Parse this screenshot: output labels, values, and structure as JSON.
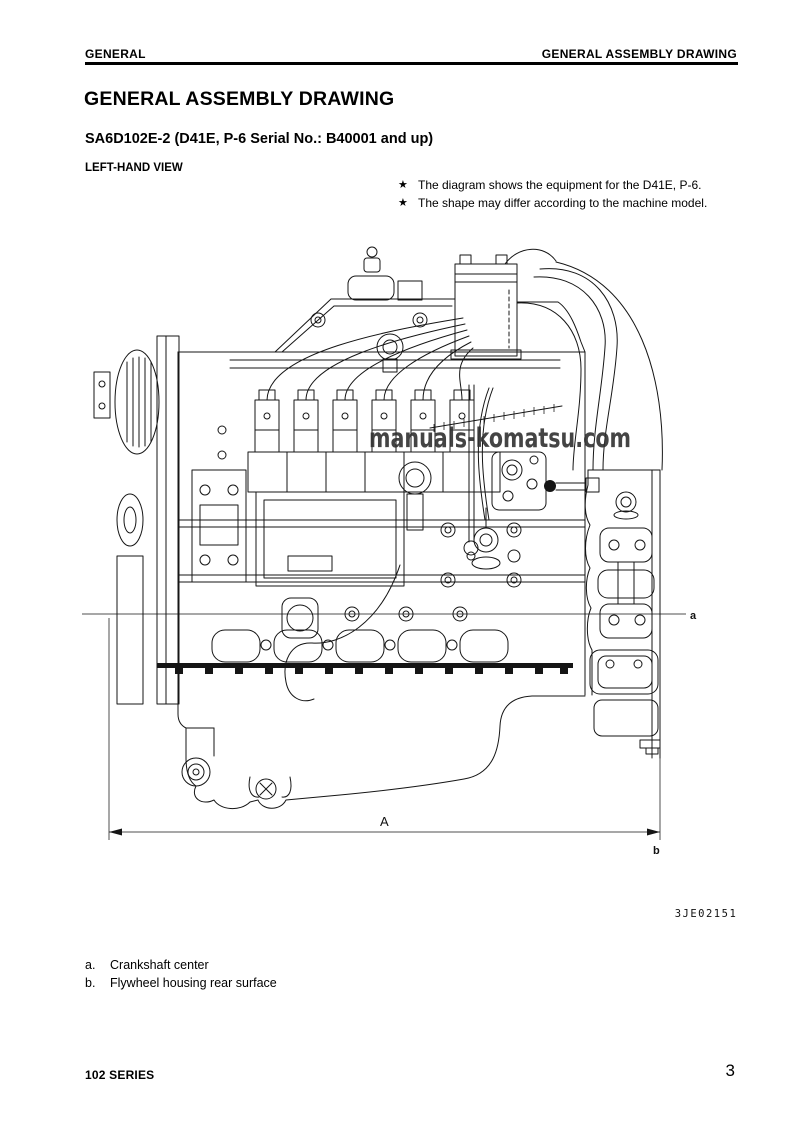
{
  "page": {
    "header": {
      "left": "GENERAL",
      "right": "GENERAL ASSEMBLY DRAWING"
    },
    "title": "GENERAL ASSEMBLY DRAWING",
    "subtitle": "SA6D102E-2 (D41E, P-6 Serial No.: B40001 and up)",
    "view_label": "LEFT-HAND VIEW",
    "notes": [
      {
        "bullet": "★",
        "text": "The diagram shows the equipment for the D41E, P-6."
      },
      {
        "bullet": "★",
        "text": "The shape may differ according to the machine model."
      }
    ],
    "figure": {
      "watermark": "manuals-komatsu.com",
      "code": "3JE02151",
      "dimension_label": "A",
      "marker_a": "a",
      "marker_b": "b"
    },
    "legend": [
      {
        "key": "a.",
        "text": "Crankshaft center"
      },
      {
        "key": "b.",
        "text": "Flywheel housing rear surface"
      }
    ],
    "footer": {
      "left": "102 SERIES",
      "page": "3"
    },
    "colors": {
      "ink": "#151515",
      "watermark": "#303030",
      "paper": "#ffffff"
    }
  }
}
